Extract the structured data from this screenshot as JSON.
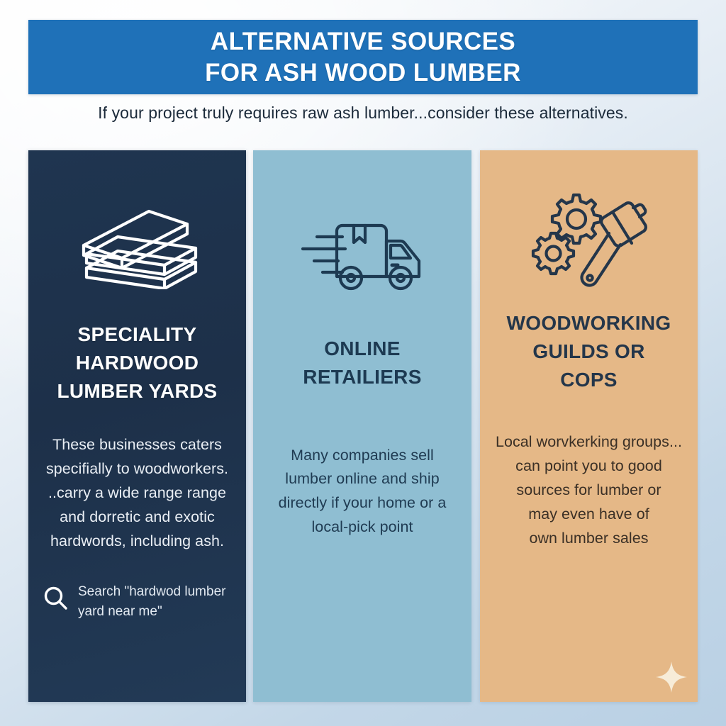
{
  "header": {
    "line1": "ALTERNATIVE SOURCES",
    "line2": "FOR ASH WOOD LUMBER",
    "background_color": "#1f71b8",
    "text_color": "#ffffff"
  },
  "subtitle": {
    "text": "If your project truly requires raw ash lumber...consider these alternatives.",
    "color": "#1b2a3a"
  },
  "columns": [
    {
      "id": "speciality-hardwood-lumber-yards",
      "icon": "lumber-stack-icon",
      "heading_line1": "SPECIALITY",
      "heading_line2": "HARDWOOD",
      "heading_line3": "LUMBER YARDS",
      "body_line1": "These businesses caters",
      "body_line2": "specifially to woodworkers.",
      "body_line3": "..carry a wide range range",
      "body_line4": "and dorretic and exotic",
      "body_line5": "hardwords, including ash.",
      "search_icon": "search-icon",
      "search_text_line1": "Search \"hardwod lumber",
      "search_text_line2": "yard near me\"",
      "background_color": "#1f3550",
      "heading_color": "#ffffff",
      "body_color": "#e9eef4"
    },
    {
      "id": "online-retailiers",
      "icon": "delivery-truck-icon",
      "heading_line1": "ONLINE",
      "heading_line2": "RETAILIERS",
      "heading_line3": "",
      "body_line1": "Many companies sell",
      "body_line2": "lumber online and ship",
      "body_line3": "directly if your home or a",
      "body_line4": "local-pick point",
      "body_line5": "",
      "background_color": "#8fbed2",
      "heading_color": "#1d3a52",
      "body_color": "#1f3b52"
    },
    {
      "id": "woodworking-guilds-or-cops",
      "icon": "gears-and-mallet-icon",
      "heading_line1": "WOODWORKING",
      "heading_line2": "GUILDS OR",
      "heading_line3": "COPS",
      "body_line1": "Local worvkerking groups...",
      "body_line2": "can point you to good",
      "body_line3": "sources for lumber or",
      "body_line4": "may even have of",
      "body_line5": "own lumber sales",
      "background_color": "#e5b887",
      "heading_color": "#24364a",
      "body_color": "#3b3026"
    }
  ],
  "decoration": {
    "sparkle_icon": "sparkle-icon",
    "sparkle_color": "#f7ecd8"
  }
}
